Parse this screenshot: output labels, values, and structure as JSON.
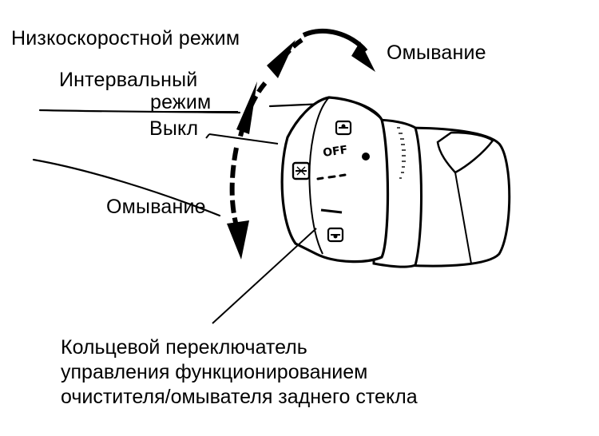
{
  "labels": {
    "low_speed": "Низкоскоростной режим",
    "wash_top": "Омывание",
    "interval_line1": "Интервальный",
    "interval_line2": "режим",
    "off": "Выкл",
    "wash_bottom": "Омывание"
  },
  "dial_marks": {
    "off": "OFF"
  },
  "caption": [
    "Кольцевой переключатель",
    "управления функционированием",
    "очистителя/омывателя заднего стекла"
  ]
}
